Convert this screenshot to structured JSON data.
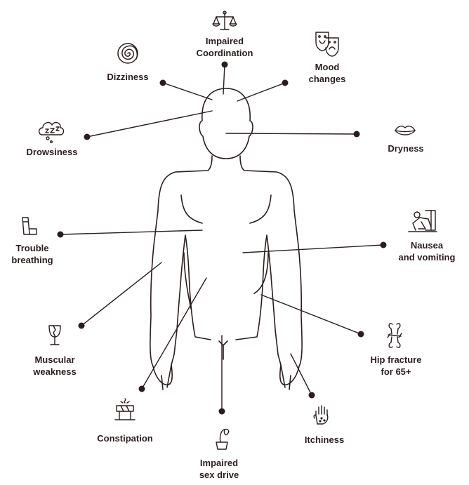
{
  "symptoms": [
    {
      "id": "impaired-coordination",
      "lines": [
        "Impaired",
        "Coordination"
      ],
      "icon": "scales-icon"
    },
    {
      "id": "mood-changes",
      "lines": [
        "Mood",
        "changes"
      ],
      "icon": "theater-masks-icon"
    },
    {
      "id": "dizziness",
      "lines": [
        "Dizziness"
      ],
      "icon": "spiral-icon"
    },
    {
      "id": "drowsiness",
      "lines": [
        "Drowsiness"
      ],
      "icon": "sleep-cloud-icon"
    },
    {
      "id": "dryness",
      "lines": [
        "Dryness"
      ],
      "icon": "lips-icon"
    },
    {
      "id": "trouble-breathing",
      "lines": [
        "Trouble",
        "breathing"
      ],
      "icon": "inhaler-icon"
    },
    {
      "id": "nausea-vomiting",
      "lines": [
        "Nausea",
        "and vomiting"
      ],
      "icon": "vomiting-person-icon"
    },
    {
      "id": "muscular-weakness",
      "lines": [
        "Muscular",
        "weakness"
      ],
      "icon": "broken-glass-icon"
    },
    {
      "id": "hip-fracture",
      "lines": [
        "Hip fracture",
        "for 65+"
      ],
      "icon": "broken-bone-icon"
    },
    {
      "id": "constipation",
      "lines": [
        "Constipation"
      ],
      "icon": "roadblock-icon"
    },
    {
      "id": "impaired-sex-drive",
      "lines": [
        "Impaired",
        "sex drive"
      ],
      "icon": "wilted-flower-icon"
    },
    {
      "id": "itchiness",
      "lines": [
        "Itchiness"
      ],
      "icon": "itchy-hand-icon"
    }
  ],
  "colors": {
    "line": "#2b1d1d",
    "text": "#2b1d1d",
    "background": "#ffffff"
  }
}
